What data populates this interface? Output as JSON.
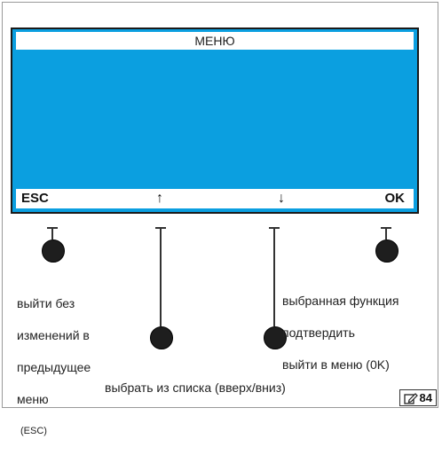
{
  "screen": {
    "title": "МЕНЮ",
    "softkeys": {
      "esc": "ESC",
      "up": "↑",
      "down": "↓",
      "ok": "OK"
    }
  },
  "callouts": {
    "esc": [
      "выйти без",
      "изменений в",
      "предыдущее",
      "меню"
    ],
    "esc_tag": "(ESC)",
    "ok": [
      "выбранная функция",
      "подтвердить",
      "выйти в меню (0K)"
    ],
    "arrows": "выбрать из списка (вверх/вниз)"
  },
  "page_badge": {
    "icon": "edit-icon",
    "number": "84"
  },
  "colors": {
    "screen": "#0b9fe0"
  }
}
